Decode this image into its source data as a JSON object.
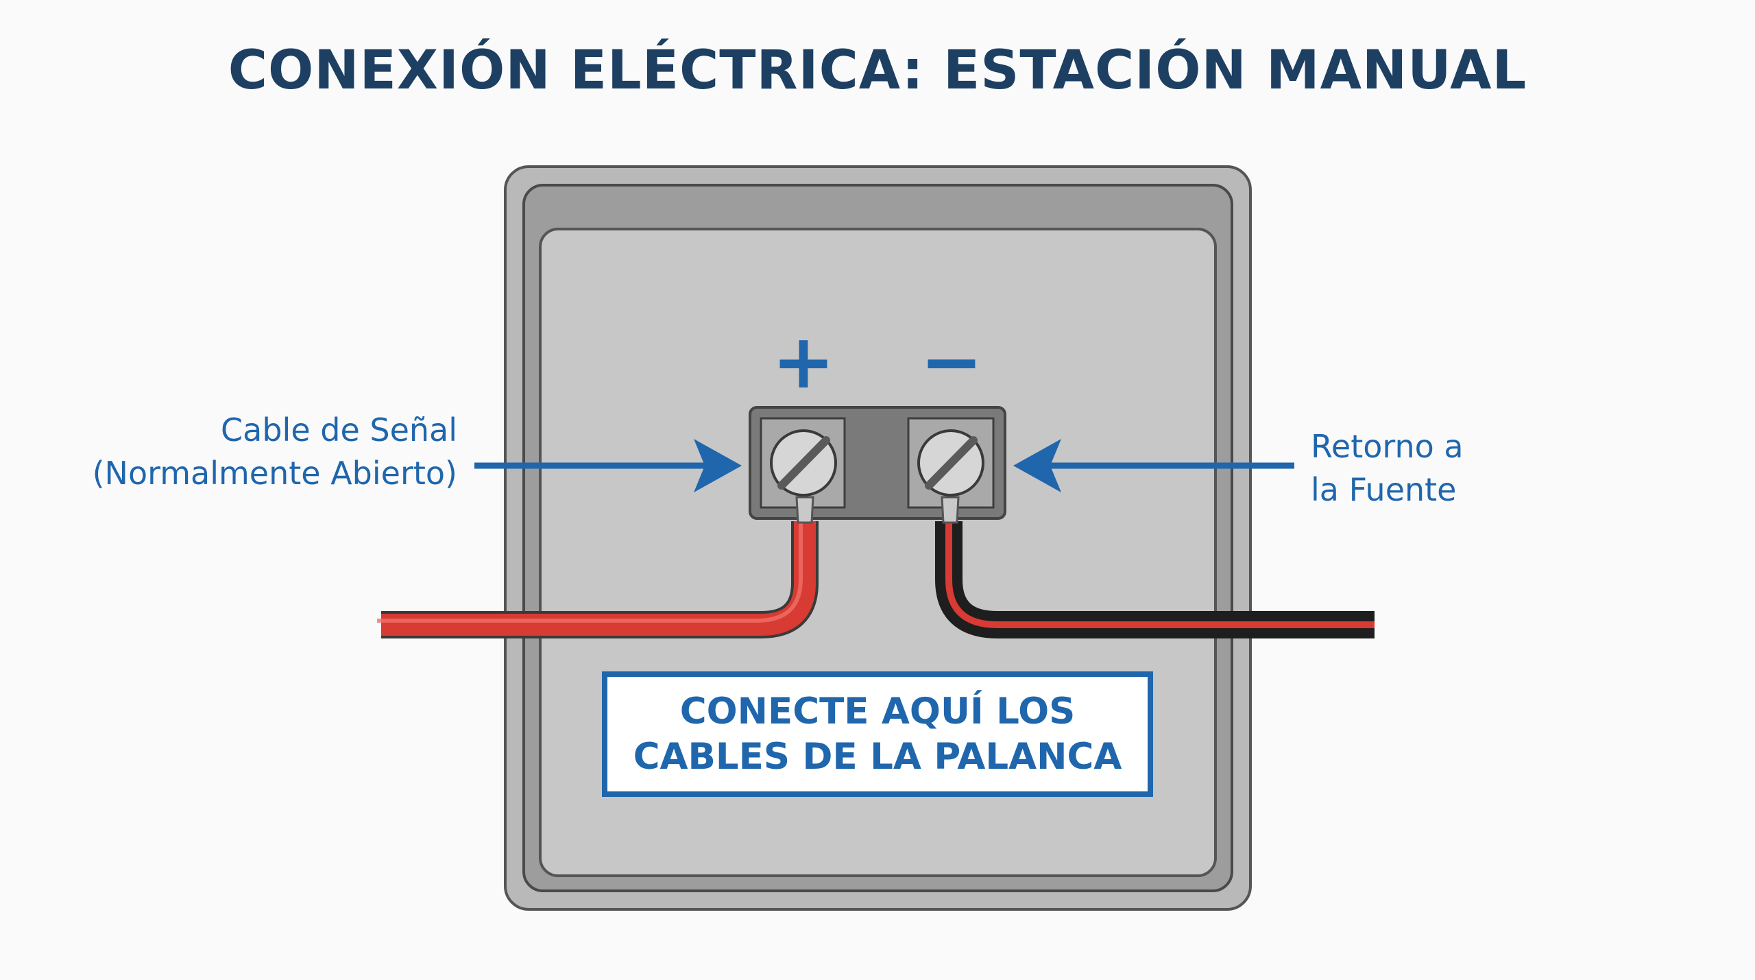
{
  "title": "CONEXIÓN ELÉCTRICA: ESTACIÓN MANUAL",
  "terminals": {
    "positive_symbol": "+",
    "negative_symbol": "−"
  },
  "labels": {
    "left_line1": "Cable de Señal",
    "left_line2": "(Normalmente Abierto)",
    "right_line1": "Retorno a",
    "right_line2": "la Fuente"
  },
  "callout": {
    "line1": "CONECTE AQUÍ LOS",
    "line2": "CABLES DE LA PALANCA"
  },
  "colors": {
    "title": "#1d3f62",
    "accent_blue": "#1f66ad",
    "wire_red": "#d83a34",
    "wire_black": "#1e1e1e",
    "enclosure_gray": "#c4c4c4"
  },
  "icons": [
    "screw-terminal-icon",
    "arrow-right-icon",
    "arrow-left-icon"
  ]
}
